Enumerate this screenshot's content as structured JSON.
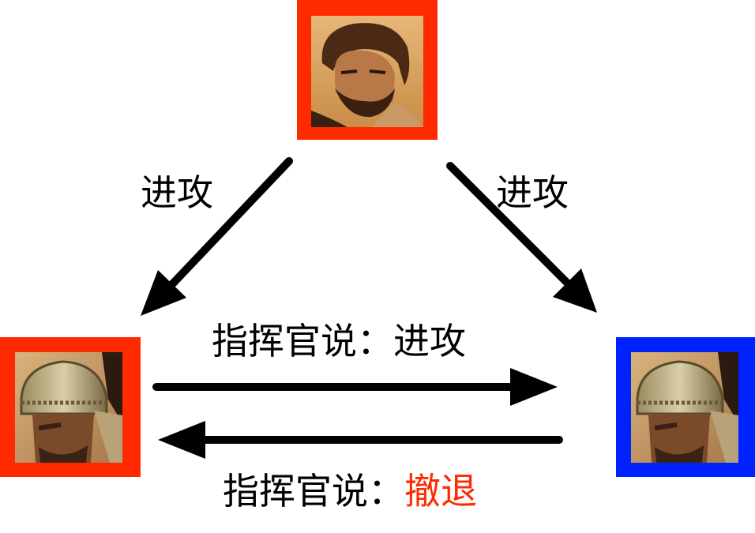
{
  "colors": {
    "red_frame": "#FF2A00",
    "blue_frame": "#0022FF",
    "arrow": "#000000",
    "text": "#000000",
    "retreat_text": "#FF2A00"
  },
  "nodes": {
    "commander": {
      "icon": "bearded-commander-portrait",
      "frame_color": "red"
    },
    "left_soldier": {
      "icon": "helmeted-soldier-portrait",
      "frame_color": "red"
    },
    "right_soldier": {
      "icon": "helmeted-soldier-portrait",
      "frame_color": "blue"
    }
  },
  "labels": {
    "attack_left": "进攻",
    "attack_right": "进攻",
    "message_prefix_top": "指挥官说：",
    "message_value_top": "进攻",
    "message_prefix_bottom": "指挥官说：",
    "message_value_bottom": "撤退"
  }
}
